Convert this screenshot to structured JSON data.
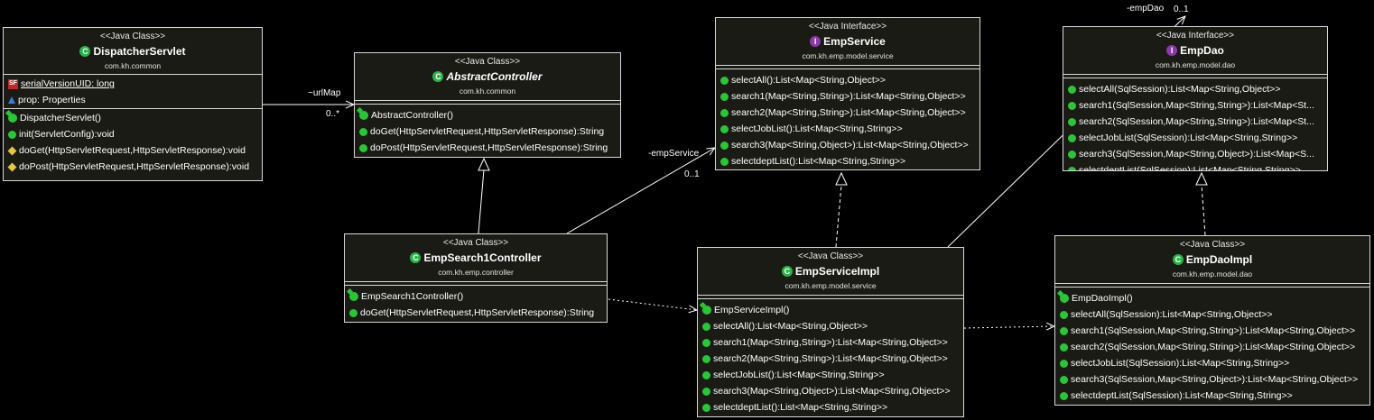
{
  "classes": {
    "dispatcher": {
      "stereotype": "<<Java Class>>",
      "name": "DispatcherServlet",
      "package": "com.kh.common",
      "fields": [
        "serialVersionUID: long",
        "prop: Properties"
      ],
      "methods": [
        "DispatcherServlet()",
        "init(ServletConfig):void",
        "doGet(HttpServletRequest,HttpServletResponse):void",
        "doPost(HttpServletRequest,HttpServletResponse):void"
      ]
    },
    "abstractController": {
      "stereotype": "<<Java Class>>",
      "name": "AbstractController",
      "package": "com.kh.common",
      "methods": [
        "AbstractController()",
        "doGet(HttpServletRequest,HttpServletResponse):String",
        "doPost(HttpServletRequest,HttpServletResponse):String"
      ]
    },
    "empService": {
      "stereotype": "<<Java Interface>>",
      "name": "EmpService",
      "package": "com.kh.emp.model.service",
      "methods": [
        "selectAll():List<Map<String,Object>>",
        "search1(Map<String,String>):List<Map<String,Object>>",
        "search2(Map<String,String>):List<Map<String,Object>>",
        "selectJobList():List<Map<String,String>>",
        "search3(Map<String,Object>):List<Map<String,Object>>",
        "selectdeptList():List<Map<String,String>>"
      ]
    },
    "empDao": {
      "stereotype": "<<Java Interface>>",
      "name": "EmpDao",
      "package": "com.kh.emp.model.dao",
      "methods": [
        "selectAll(SqlSession):List<Map<String,Object>>",
        "search1(SqlSession,Map<String,String>):List<Map<St...",
        "search2(SqlSession,Map<String,String>):List<Map<St...",
        "selectJobList(SqlSession):List<Map<String,String>>",
        "search3(SqlSession,Map<String,Object>):List<Map<S...",
        "selectdeptList(SqlSession):List<Map<String,String>>"
      ]
    },
    "empSearch1Controller": {
      "stereotype": "<<Java Class>>",
      "name": "EmpSearch1Controller",
      "package": "com.kh.emp.controller",
      "methods": [
        "EmpSearch1Controller()",
        "doGet(HttpServletRequest,HttpServletResponse):String"
      ]
    },
    "empServiceImpl": {
      "stereotype": "<<Java Class>>",
      "name": "EmpServiceImpl",
      "package": "com.kh.emp.model.service",
      "methods": [
        "EmpServiceImpl()",
        "selectAll():List<Map<String,Object>>",
        "search1(Map<String,String>):List<Map<String,Object>>",
        "search2(Map<String,String>):List<Map<String,Object>>",
        "selectJobList():List<Map<String,String>>",
        "search3(Map<String,Object>):List<Map<String,Object>>",
        "selectdeptList():List<Map<String,String>>"
      ]
    },
    "empDaoImpl": {
      "stereotype": "<<Java Class>>",
      "name": "EmpDaoImpl",
      "package": "com.kh.emp.model.dao",
      "methods": [
        "EmpDaoImpl()",
        "selectAll(SqlSession):List<Map<String,Object>>",
        "search1(SqlSession,Map<String,String>):List<Map<String,Object>>",
        "search2(SqlSession,Map<String,String>):List<Map<String,Object>>",
        "selectJobList(SqlSession):List<Map<String,String>>",
        "search3(SqlSession,Map<String,Object>):List<Map<String,Object>>",
        "selectdeptList(SqlSession):List<Map<String,String>>"
      ]
    }
  },
  "labels": {
    "urlMap_role": "~urlMap",
    "urlMap_mult": "0..*",
    "empService_role": "-empService",
    "empService_mult": "0..1",
    "empDao_role": "-empDao",
    "empDao_mult": "0..1"
  },
  "icon_letters": {
    "class": "C",
    "interface": "I",
    "static_final": "SF"
  },
  "colors": {
    "background": "#000000",
    "box_fill": "#1b1b15",
    "class_icon": "#2bb34a",
    "interface_icon": "#8a3aa8",
    "public_method": "#2bc53a",
    "protected_method": "#e6c34a"
  }
}
